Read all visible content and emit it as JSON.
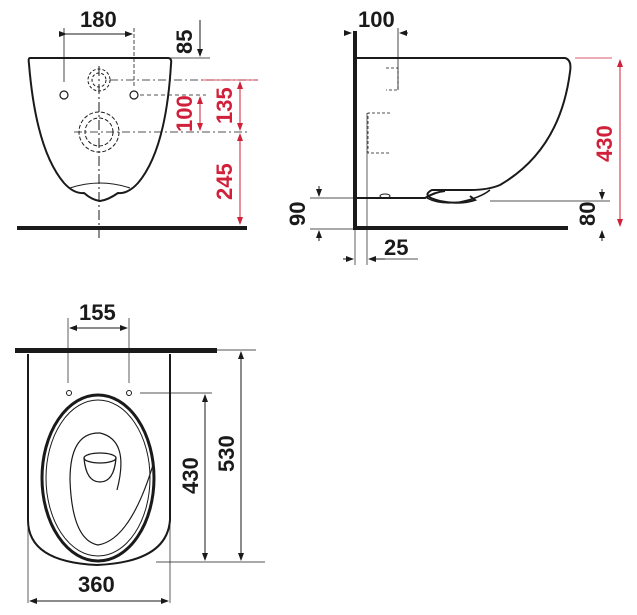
{
  "colors": {
    "outline": "#1a1a1a",
    "dimension_red": "#d1203a",
    "background": "#ffffff"
  },
  "front_view": {
    "dim_bolt_spacing": "180",
    "dim_top_to_bolts": "85",
    "dim_bolts_to_outlet": "100",
    "dim_inlet_to_outlet": "135",
    "dim_outlet_to_floor": "245"
  },
  "side_view": {
    "dim_wall_to_bolts": "100",
    "dim_total_height": "430",
    "dim_wall_offset_height": "90",
    "dim_bottom_clearance": "80",
    "dim_wall_thickness": "25"
  },
  "top_view": {
    "dim_bolt_spacing": "155",
    "dim_bolts_to_front": "430",
    "dim_total_depth": "530",
    "dim_width": "360"
  }
}
